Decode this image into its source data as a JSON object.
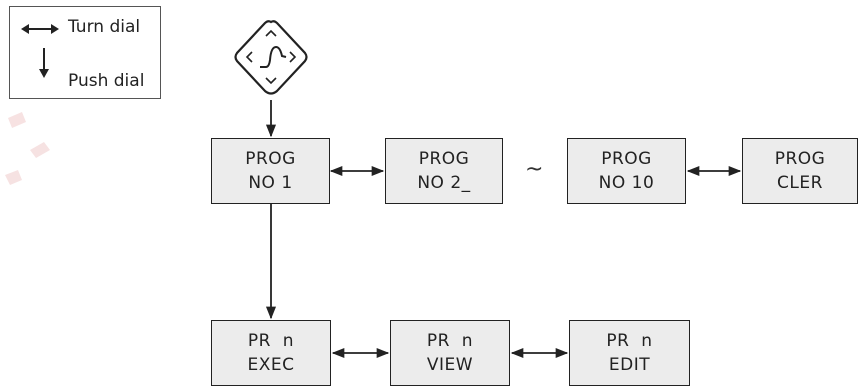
{
  "legend": {
    "turn_dial": "Turn dial",
    "push_dial": "Push dial",
    "turn_icon": "double-arrow-horizontal-icon",
    "push_icon": "arrow-down-icon"
  },
  "top_symbol": {
    "icon": "program-pattern-icon"
  },
  "row1": [
    {
      "line1": "PROG",
      "line2": "NO 1"
    },
    {
      "line1": "PROG",
      "line2": "NO 2_"
    },
    {
      "line1": "PROG",
      "line2": "NO 10"
    },
    {
      "line1": "PROG",
      "line2": "CLER"
    }
  ],
  "row1_separator": "~",
  "row2": [
    {
      "line1": "PR  n",
      "line2": "EXEC"
    },
    {
      "line1": "PR  n",
      "line2": "VIEW"
    },
    {
      "line1": "PR  n",
      "line2": "EDIT"
    }
  ],
  "colors": {
    "box_fill": "#ececec",
    "stroke": "#222222"
  }
}
